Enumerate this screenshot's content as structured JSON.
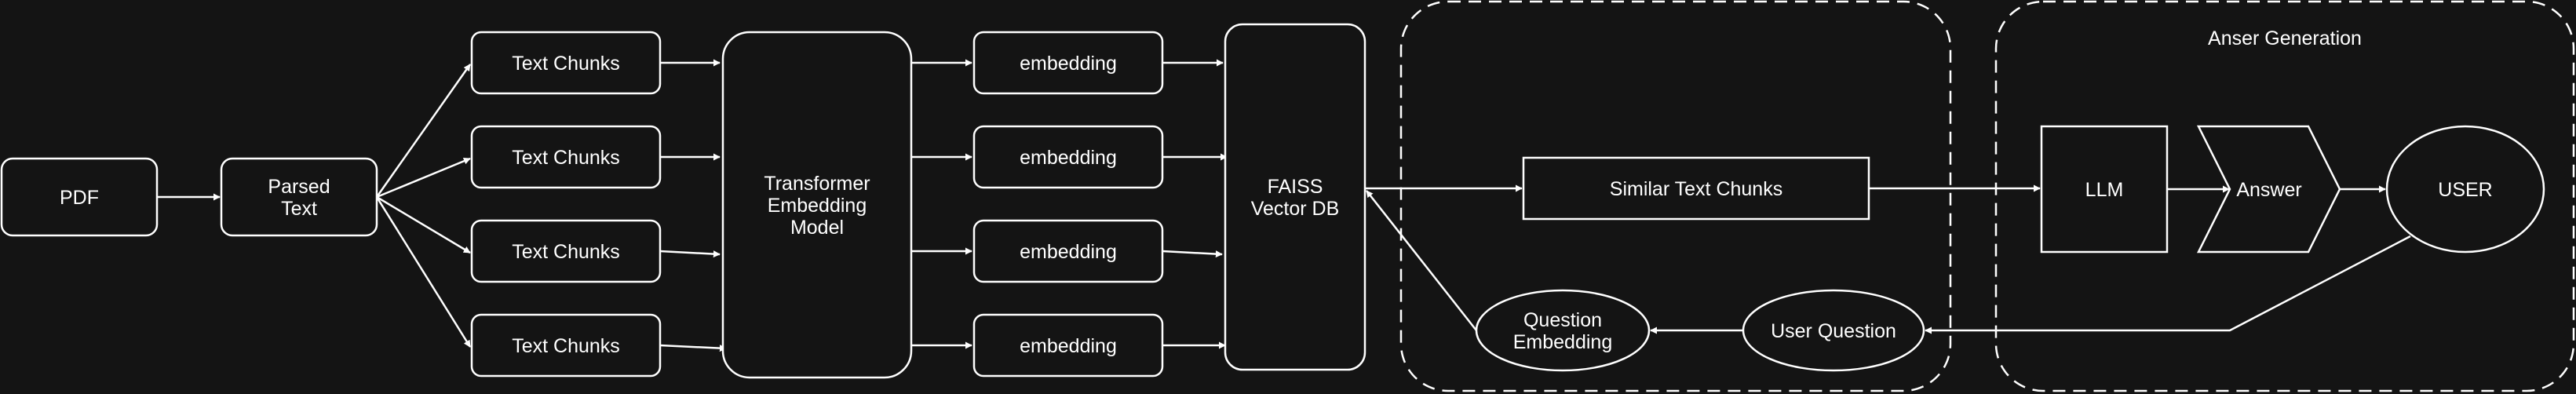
{
  "diagram": {
    "groups": {
      "retrieval": {
        "title": ""
      },
      "answer_generation": {
        "title": "Anser Generation"
      }
    },
    "nodes": {
      "pdf": [
        "PDF"
      ],
      "parsed_text": [
        "Parsed",
        "Text"
      ],
      "chunk_1": [
        "Text Chunks"
      ],
      "chunk_2": [
        "Text Chunks"
      ],
      "chunk_3": [
        "Text Chunks"
      ],
      "chunk_4": [
        "Text Chunks"
      ],
      "embedding_model": [
        "Transformer",
        "Embedding",
        "Model"
      ],
      "embedding_1": [
        "embedding"
      ],
      "embedding_2": [
        "embedding"
      ],
      "embedding_3": [
        "embedding"
      ],
      "embedding_4": [
        "embedding"
      ],
      "vector_db": [
        "FAISS",
        "Vector DB"
      ],
      "similar_chunks": [
        "Similar Text Chunks"
      ],
      "question_embedding": [
        "Question",
        "Embedding"
      ],
      "user_question": [
        "User Question"
      ],
      "llm": [
        "LLM"
      ],
      "answer": [
        "Answer"
      ],
      "user": [
        "USER"
      ]
    },
    "edges": [
      [
        "pdf",
        "parsed_text"
      ],
      [
        "parsed_text",
        "chunk_1"
      ],
      [
        "parsed_text",
        "chunk_2"
      ],
      [
        "parsed_text",
        "chunk_3"
      ],
      [
        "parsed_text",
        "chunk_4"
      ],
      [
        "chunk_1",
        "embedding_model"
      ],
      [
        "chunk_2",
        "embedding_model"
      ],
      [
        "chunk_3",
        "embedding_model"
      ],
      [
        "chunk_4",
        "embedding_model"
      ],
      [
        "embedding_model",
        "embedding_1"
      ],
      [
        "embedding_model",
        "embedding_2"
      ],
      [
        "embedding_model",
        "embedding_3"
      ],
      [
        "embedding_model",
        "embedding_4"
      ],
      [
        "embedding_1",
        "vector_db"
      ],
      [
        "embedding_2",
        "vector_db"
      ],
      [
        "embedding_3",
        "vector_db"
      ],
      [
        "embedding_4",
        "vector_db"
      ],
      [
        "vector_db",
        "similar_chunks"
      ],
      [
        "similar_chunks",
        "llm"
      ],
      [
        "llm",
        "answer"
      ],
      [
        "answer",
        "user"
      ],
      [
        "user",
        "user_question"
      ],
      [
        "user_question",
        "question_embedding"
      ],
      [
        "question_embedding",
        "vector_db"
      ]
    ]
  }
}
